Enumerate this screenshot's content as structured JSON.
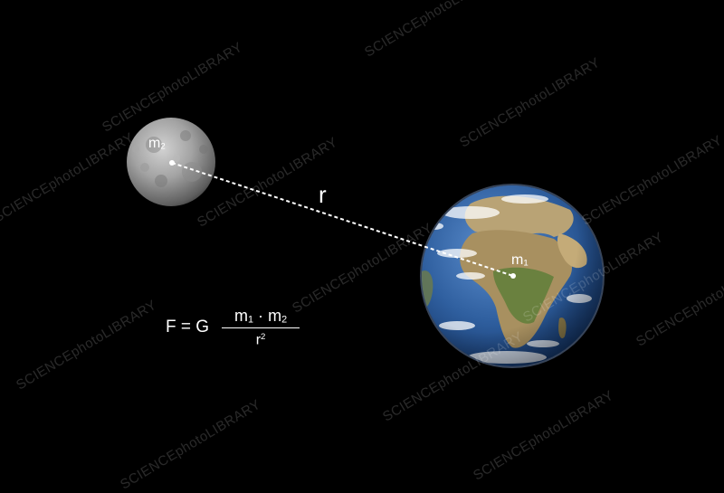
{
  "labels": {
    "mass_2": {
      "base": "m",
      "sub": "2"
    },
    "mass_1": {
      "base": "m",
      "sub": "1"
    },
    "distance": "r"
  },
  "formula": {
    "lhs": "F = G",
    "numerator": {
      "m": "m",
      "sub1": "1",
      "dot": "·",
      "sub2": "2"
    },
    "denominator": {
      "r": "r",
      "exp": "2"
    }
  },
  "watermark": "SCIENCEphotoLIBRARY",
  "colors": {
    "background": "#000000",
    "line": "#ffffff",
    "moon": "#9a9a9a",
    "earth_ocean": "#2a5a9a",
    "earth_land": "#b8a070"
  },
  "objects": {
    "moon": "moon-globe",
    "earth": "earth-globe"
  }
}
